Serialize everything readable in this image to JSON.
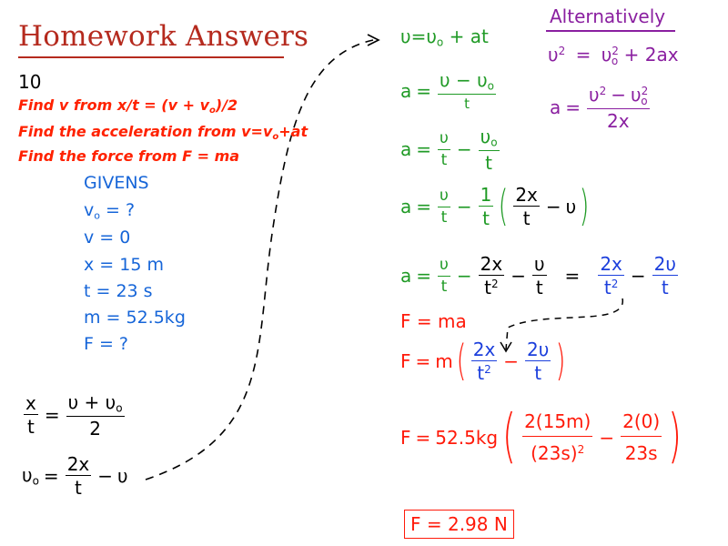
{
  "title": "Homework Answers",
  "problem_number": "10",
  "instructions": [
    {
      "pre": "Find v from x/t = (v + v",
      "sub": "o",
      "post": ")/2"
    },
    {
      "pre": "Find the acceleration from v=v",
      "sub": "o",
      "post": "+at"
    },
    {
      "pre": "Find the force from F = ma",
      "sub": "",
      "post": ""
    }
  ],
  "givens": {
    "heading": "GIVENS",
    "items": [
      {
        "pre": "v",
        "sub": "o",
        "post": " = ?"
      },
      {
        "pre": "v = 0",
        "sub": "",
        "post": ""
      },
      {
        "pre": "x = 15 m",
        "sub": "",
        "post": ""
      },
      {
        "pre": "t = 23 s",
        "sub": "",
        "post": ""
      },
      {
        "pre": "m = 52.5kg",
        "sub": "",
        "post": ""
      },
      {
        "pre": "F = ?",
        "sub": "",
        "post": ""
      }
    ]
  },
  "alternatively": "Alternatively",
  "final_answer": "F = 2.98 N",
  "sym": {
    "x": "x",
    "t": "t",
    "a": "a",
    "F": "F",
    "upsilon": "υ",
    "o": "o",
    "two": "2",
    "one": "1",
    "twox": "2x",
    "twoups": "2υ",
    "eq": "=",
    "minus": "−",
    "plus": "+",
    "m": "m",
    "ups_plus_ups0": "υ + υ",
    "ups_minus_ups0": "υ − υ",
    "ups0_at": "=υ",
    "at_tail": " + at",
    "ma": "F = ma",
    "mass": "52.5kg",
    "num15": "2(15m)",
    "num0": "2(0)",
    "den23sq": "(23s)",
    "den23": "23s",
    "ups2": "υ",
    "twoax": " + 2ax"
  },
  "colors": {
    "title": "#b52a1e",
    "instructions": "#ff2200",
    "givens": "#1665d8",
    "green": "#1f9a25",
    "blue": "#1c3fdc",
    "red": "#ff1a0a",
    "purple": "#8a1fa0"
  }
}
